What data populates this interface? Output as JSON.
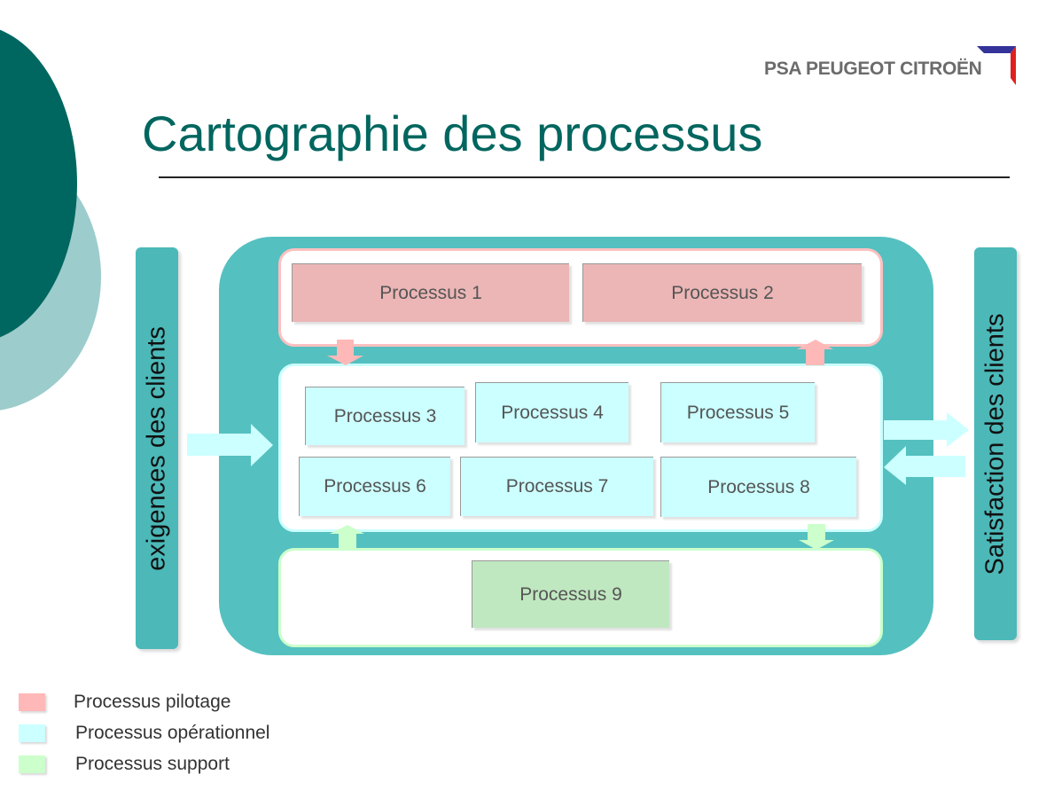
{
  "logo": {
    "text": "PSA PEUGEOT CITROËN"
  },
  "title": "Cartographie des processus",
  "left_label": "exigences  des clients",
  "right_label": "Satisfaction  des clients",
  "pilotage": [
    "Processus 1",
    "Processus 2"
  ],
  "operational": [
    "Processus 3",
    "Processus 4",
    "Processus 5",
    "Processus 6",
    "Processus 7",
    "Processus 8"
  ],
  "support": [
    "Processus 9"
  ],
  "legend": [
    {
      "label": "Processus pilotage",
      "color": "#ffb8b8"
    },
    {
      "label": "Processus opérationnel",
      "color": "#ccffff"
    },
    {
      "label": "Processus support",
      "color": "#ccffcc"
    }
  ],
  "colors": {
    "teal_dark": "#006660",
    "teal_light": "#9ccccc",
    "container": "#55c0c0",
    "title": "#00665f"
  }
}
